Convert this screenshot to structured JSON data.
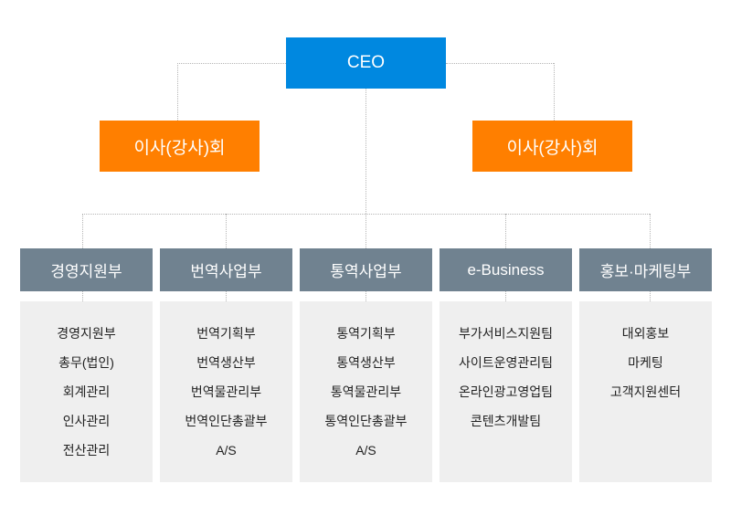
{
  "ceo": {
    "label": "CEO",
    "color": "#0088e0"
  },
  "boards": [
    {
      "label": "이사(강사)회"
    },
    {
      "label": "이사(강사)회"
    }
  ],
  "board_color": "#ff7f00",
  "dept_color": "#708290",
  "departments": [
    {
      "label": "경영지원부",
      "items": [
        "경영지원부",
        "총무(법인)",
        "회계관리",
        "인사관리",
        "전산관리"
      ]
    },
    {
      "label": "번역사업부",
      "items": [
        "번역기획부",
        "번역생산부",
        "번역물관리부",
        "번역인단총괄부",
        "A/S"
      ]
    },
    {
      "label": "통역사업부",
      "items": [
        "통역기획부",
        "통역생산부",
        "통역물관리부",
        "통역인단총괄부",
        "A/S"
      ]
    },
    {
      "label": "e-Business",
      "items": [
        "부가서비스지원팀",
        "사이트운영관리팀",
        "온라인광고영업팀",
        "콘텐츠개발팀"
      ]
    },
    {
      "label": "홍보·마케팅부",
      "items": [
        "대외홍보",
        "마케팅",
        "고객지원센터"
      ]
    }
  ]
}
